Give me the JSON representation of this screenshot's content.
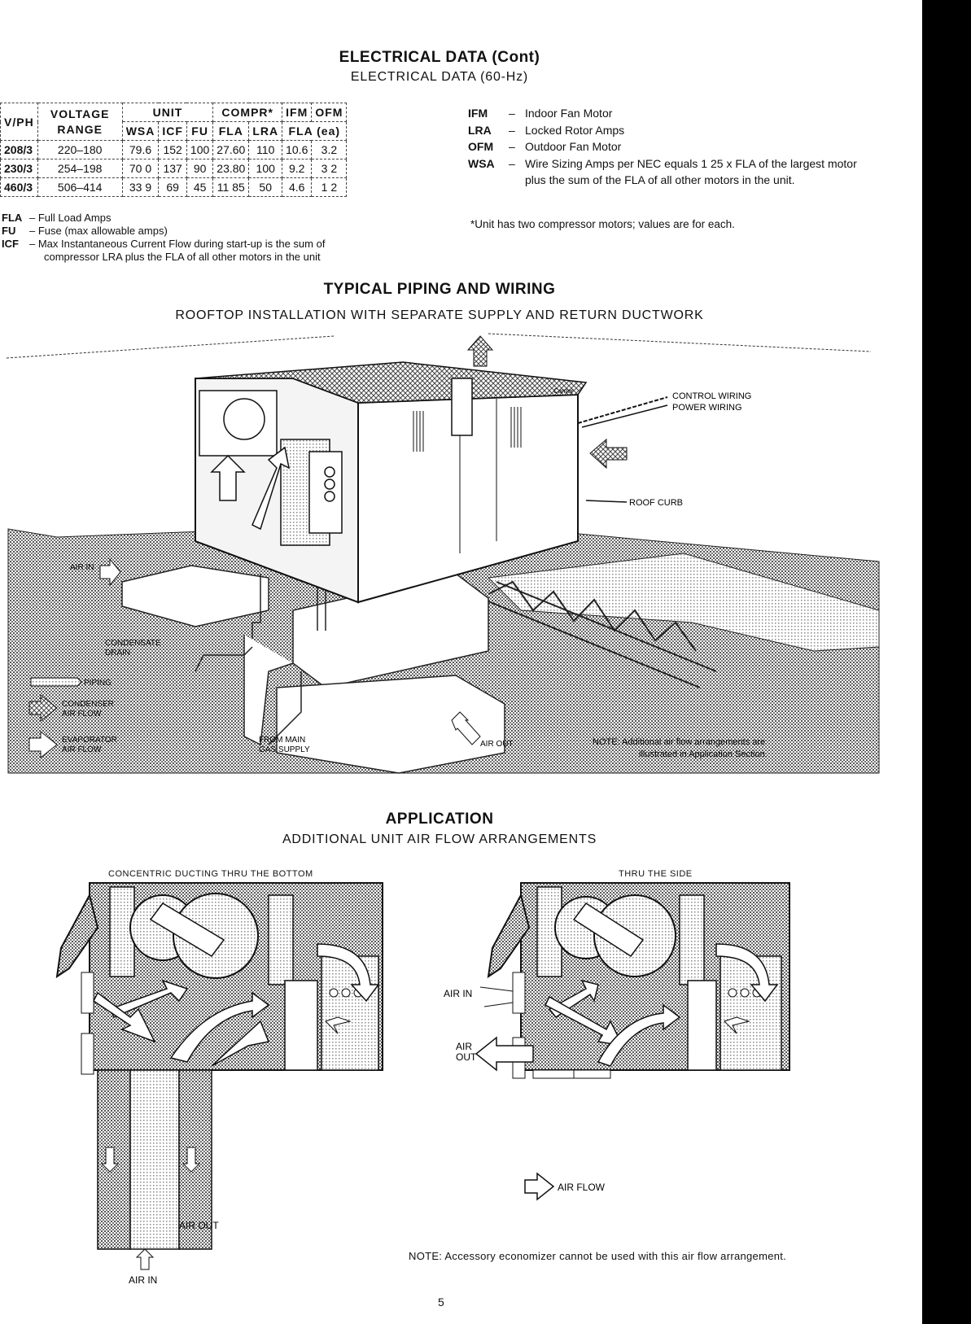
{
  "header": {
    "title": "ELECTRICAL DATA (Cont)",
    "subtitle": "ELECTRICAL DATA (60-Hz)"
  },
  "electrical_table": {
    "headers": {
      "vph": "V/PH",
      "voltage": "VOLTAGE",
      "range": "RANGE",
      "unit": "UNIT",
      "compr": "COMPR*",
      "ifm": "IFM",
      "ofm": "OFM",
      "wsa": "WSA",
      "icf": "ICF",
      "fu": "FU",
      "fla": "FLA",
      "lra": "LRA",
      "fla_ea": "FLA (ea)"
    },
    "rows": [
      {
        "vph": "208/3",
        "range": "220–180",
        "wsa": "79.6",
        "icf": "152",
        "fu": "100",
        "fla": "27.60",
        "lra": "110",
        "ifm": "10.6",
        "ofm": "3.2"
      },
      {
        "vph": "230/3",
        "range": "254–198",
        "wsa": "70 0",
        "icf": "137",
        "fu": "90",
        "fla": "23.80",
        "lra": "100",
        "ifm": "9.2",
        "ofm": "3 2"
      },
      {
        "vph": "460/3",
        "range": "506–414",
        "wsa": "33 9",
        "icf": "69",
        "fu": "45",
        "fla": "11 85",
        "lra": "50",
        "ifm": "4.6",
        "ofm": "1 2"
      }
    ]
  },
  "legend_left": [
    {
      "abbr": "FLA",
      "text": "– Full Load Amps"
    },
    {
      "abbr": "FU",
      "text": "– Fuse (max allowable amps)"
    },
    {
      "abbr": "ICF",
      "text": "– Max Instantaneous Current Flow during start-up is the sum of"
    },
    {
      "abbr": "",
      "text": "compressor LRA plus the FLA of all other motors in the unit"
    }
  ],
  "legend_right": [
    {
      "abbr": "IFM",
      "dash": "–",
      "text": "Indoor Fan Motor"
    },
    {
      "abbr": "LRA",
      "dash": "–",
      "text": "Locked Rotor Amps"
    },
    {
      "abbr": "OFM",
      "dash": "–",
      "text": "Outdoor Fan Motor"
    },
    {
      "abbr": "WSA",
      "dash": "–",
      "text": "Wire Sizing Amps per NEC equals 1 25 x FLA of the largest motor plus the sum of the FLA of all other motors in the unit."
    }
  ],
  "footnote": "*Unit has two compressor motors; values are for each.",
  "piping": {
    "title": "TYPICAL PIPING AND WIRING",
    "subtitle": "ROOFTOP INSTALLATION WITH SEPARATE SUPPLY AND RETURN DUCTWORK",
    "labels": {
      "control_wiring": "CONTROL WIRING",
      "power_wiring": "POWER WIRING",
      "roof_curb": "ROOF CURB",
      "air_in": "AIR IN",
      "condensate_drain_1": "CONDENSATE",
      "condensate_drain_2": "DRAIN",
      "piping": "PIPING",
      "condenser_1": "CONDENSER",
      "condenser_2": "AIR FLOW",
      "evaporator_1": "EVAPORATOR",
      "evaporator_2": "AIR FLOW",
      "gas_1": "FROM MAIN",
      "gas_2": "GAS SUPPLY",
      "air_out": "AIR OUT",
      "note_1": "NOTE: Additional air flow arrangements are",
      "note_2": "illustrated in Application Section.",
      "brand": "Carrier"
    }
  },
  "application": {
    "title": "APPLICATION",
    "subtitle": "ADDITIONAL UNIT AIR FLOW ARRANGEMENTS",
    "left_caption": "CONCENTRIC DUCTING THRU THE BOTTOM",
    "right_caption": "THRU THE SIDE",
    "left_air_out": "AIR OUT",
    "left_air_in": "AIR IN",
    "right_air_in": "AIR IN",
    "right_air_out_1": "AIR",
    "right_air_out_2": "OUT",
    "air_flow": "AIR FLOW",
    "note": "NOTE: Accessory economizer cannot be used with this air flow arrangement."
  },
  "page_number": "5"
}
